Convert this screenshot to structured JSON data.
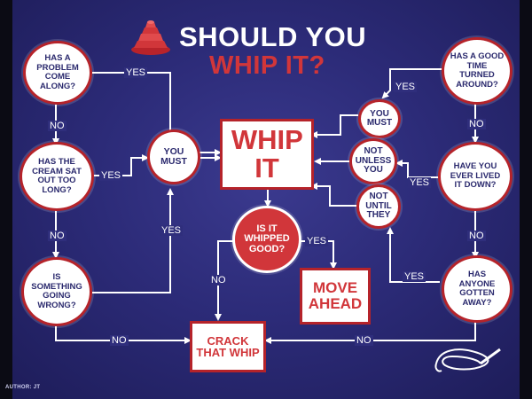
{
  "title": {
    "line1": "SHOULD YOU",
    "line2": "WHIP IT?",
    "line1_color": "#ffffff",
    "line2_color": "#d1363a"
  },
  "nodes": {
    "has_problem": "HAS A PROBLEM COME ALONG?",
    "has_cream": "HAS THE CREAM SAT OUT TOO LONG?",
    "is_something_wrong": "IS SOMETHING GOING WRONG?",
    "you_must_left": "YOU MUST",
    "whip_it": "WHIP IT",
    "you_must_right": "YOU MUST",
    "not_unless_you": "NOT UNLESS YOU",
    "not_until_they": "NOT UNTIL THEY",
    "good_time": "HAS A GOOD TIME TURNED AROUND?",
    "lived_it_down": "HAVE YOU EVER LIVED IT DOWN?",
    "anyone_gotten_away": "HAS ANYONE GOTTEN AWAY?",
    "is_it_whipped_good": "IS IT WHIPPED GOOD?",
    "move_ahead": "MOVE AHEAD",
    "crack_that_whip": "CRACK THAT WHIP"
  },
  "edges": {
    "yes_problem": "YES",
    "no_problem": "NO",
    "yes_cream": "YES",
    "no_cream": "NO",
    "yes_wrong": "YES",
    "no_wrong": "NO",
    "yes_good_time": "YES",
    "no_good_time": "NO",
    "yes_lived": "YES",
    "no_lived": "NO",
    "yes_gotten": "YES",
    "no_gotten": "NO",
    "yes_whipped": "YES",
    "no_whipped": "NO"
  },
  "author": "AUTHOR: JT",
  "colors": {
    "background": "#2c2b78",
    "accent_red": "#d1363a",
    "node_fill": "#ffffff",
    "line": "#ffffff"
  },
  "icons": {
    "logo": "energy-dome-hat-icon",
    "whip": "whip-icon"
  }
}
